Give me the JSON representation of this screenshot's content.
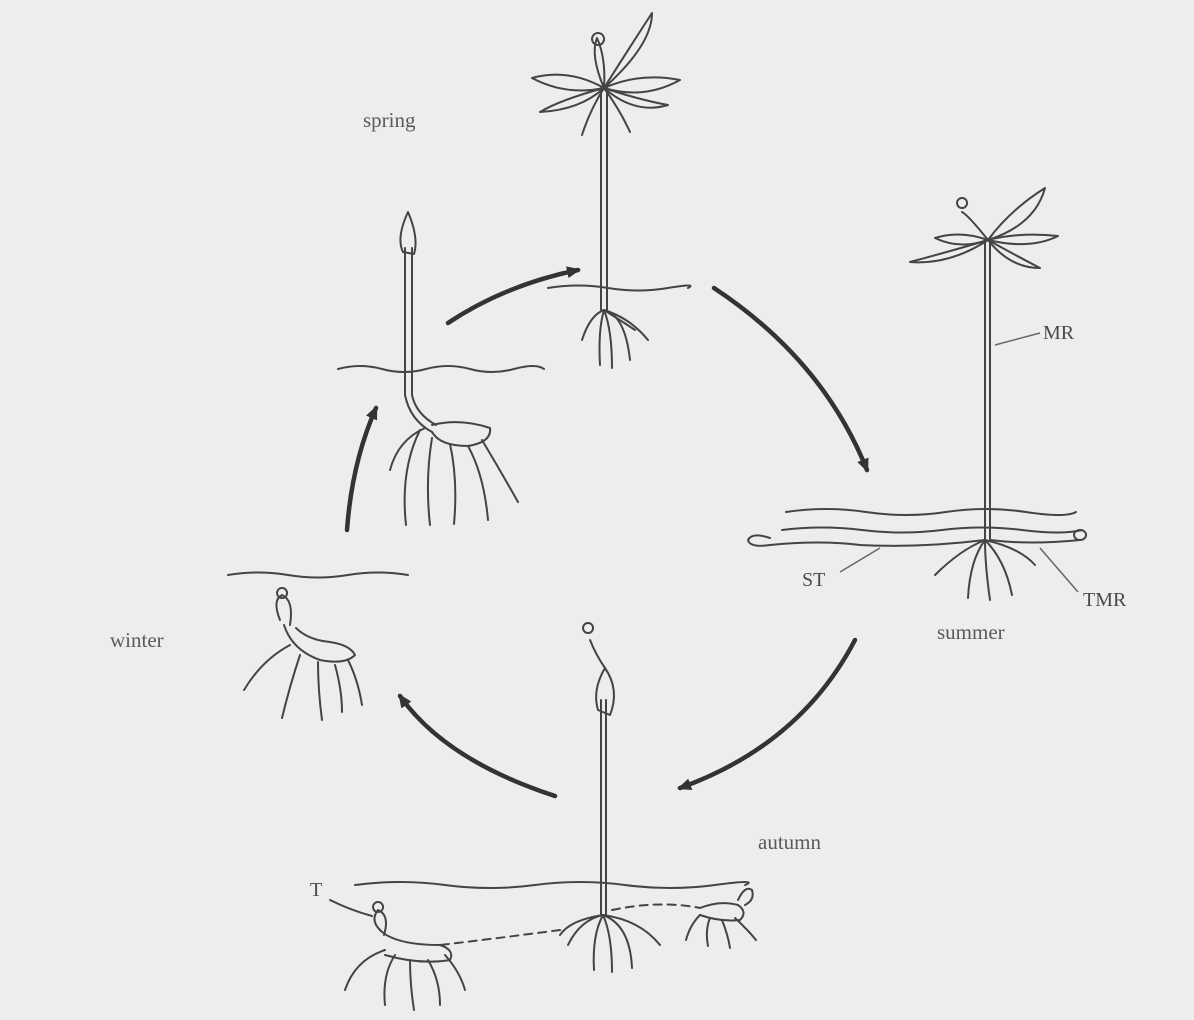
{
  "seasons": {
    "spring": "spring",
    "summer": "summer",
    "autumn": "autumn",
    "winter": "winter"
  },
  "labels": {
    "mr": "MR",
    "st": "ST",
    "tmr": "TMR",
    "t": "T"
  },
  "colors": {
    "background": "#ededed",
    "ink": "#4a4a4a"
  }
}
